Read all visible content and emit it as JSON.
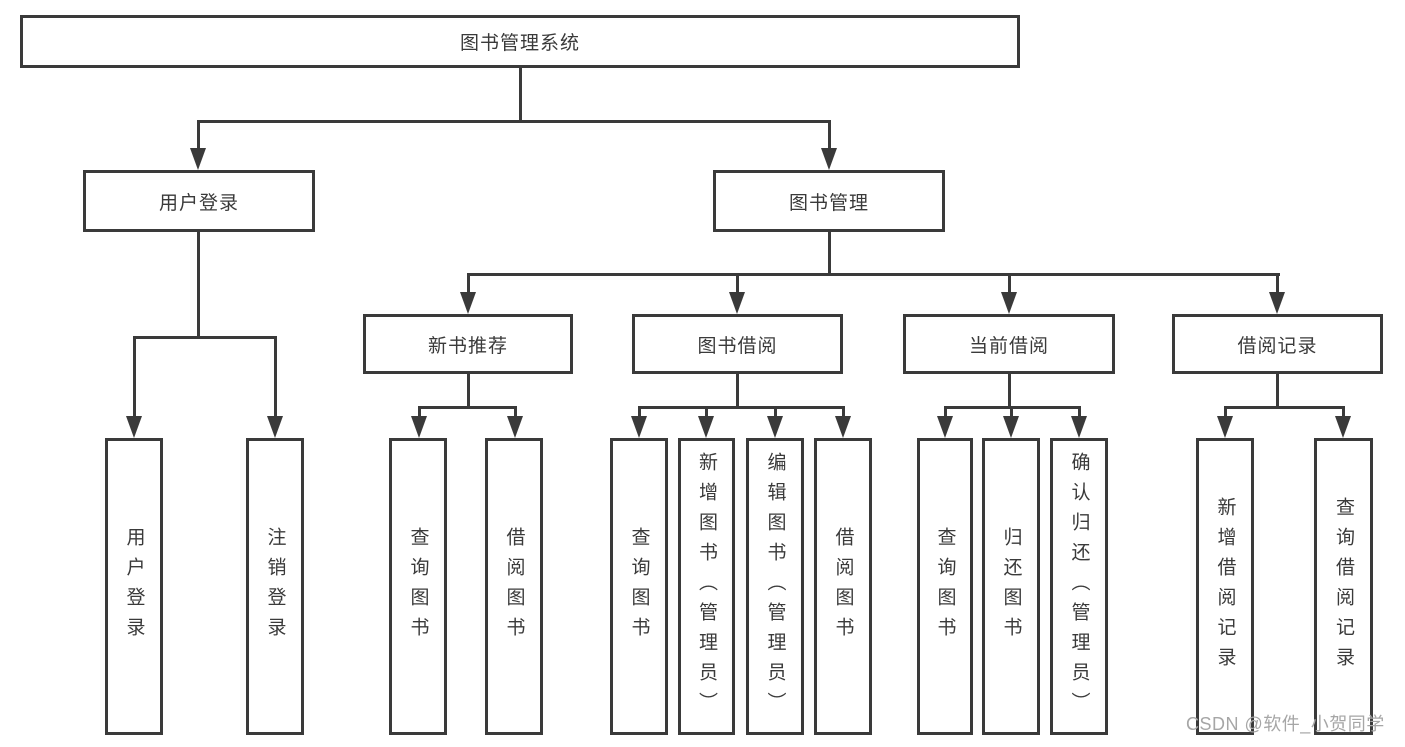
{
  "colors": {
    "line": "#3a3a3a",
    "text": "#3a3a3a",
    "watermark": "#a6a6a6"
  },
  "watermark": "CSDN @软件_小贺同学",
  "tree": {
    "label": "图书管理系统",
    "children": [
      {
        "label": "用户登录",
        "children": [
          {
            "label": "用户登录"
          },
          {
            "label": "注销登录"
          }
        ]
      },
      {
        "label": "图书管理",
        "children": [
          {
            "label": "新书推荐",
            "children": [
              {
                "label": "查询图书"
              },
              {
                "label": "借阅图书"
              }
            ]
          },
          {
            "label": "图书借阅",
            "children": [
              {
                "label": "查询图书"
              },
              {
                "label": "新增图书（管理员）"
              },
              {
                "label": "编辑图书（管理员）"
              },
              {
                "label": "借阅图书"
              }
            ]
          },
          {
            "label": "当前借阅",
            "children": [
              {
                "label": "查询图书"
              },
              {
                "label": "归还图书"
              },
              {
                "label": "确认归还（管理员）"
              }
            ]
          },
          {
            "label": "借阅记录",
            "children": [
              {
                "label": "新增借阅记录"
              },
              {
                "label": "查询借阅记录"
              }
            ]
          }
        ]
      }
    ]
  }
}
